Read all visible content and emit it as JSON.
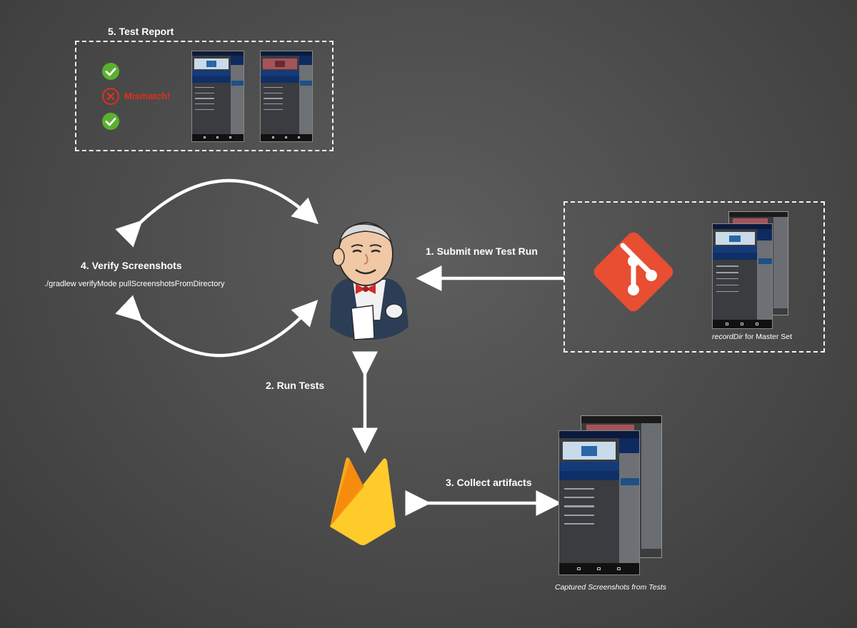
{
  "steps": {
    "submit": "1.  Submit new Test Run",
    "run": "2.  Run Tests",
    "collect": "3.  Collect artifacts",
    "verify": "4.  Verify Screenshots",
    "verify_command": "./gradlew verifyMode pullScreenshotsFromDirectory",
    "report": "5.  Test Report"
  },
  "report": {
    "results": [
      "pass",
      "fail",
      "pass"
    ],
    "mismatch_label": "Mismatch!"
  },
  "master_set": {
    "caption_italic": "recordDir",
    "caption_rest": " for Master Set"
  },
  "captured": {
    "caption": "Captured Screenshots from Tests"
  },
  "colors": {
    "git": "#e84e31",
    "pass": "#5bb030",
    "fail": "#e0301e",
    "firebase_dark": "#f5a623",
    "firebase_light": "#ffcb2b"
  },
  "icons": [
    "jenkins-logo",
    "git-logo",
    "firebase-logo",
    "check-icon",
    "x-icon"
  ]
}
